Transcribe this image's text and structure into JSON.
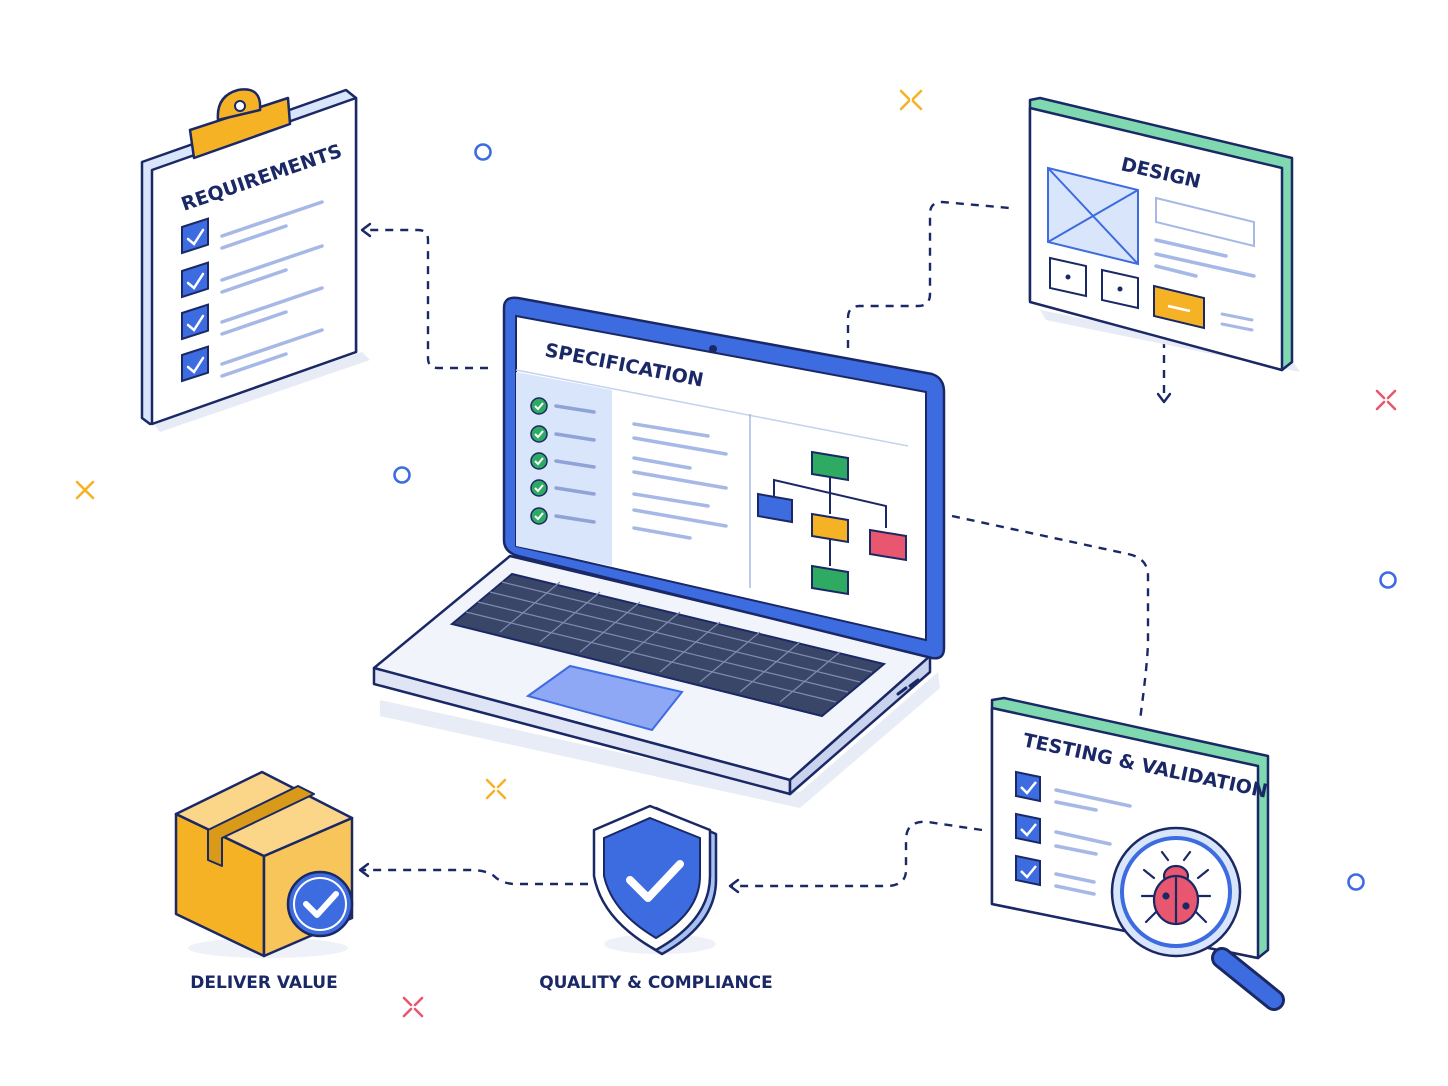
{
  "labels": {
    "requirements": "REQUIREMENTS",
    "specification": "SPECIFICATION",
    "design": "DESIGN",
    "testing": "TESTING & VALIDATION",
    "deliver": "DELIVER VALUE",
    "quality": "QUALITY & COMPLIANCE"
  },
  "colors": {
    "navy": "#1a2866",
    "blue": "#3d6be0",
    "light_blue": "#d9e5fb",
    "green": "#2eaa62",
    "yellow": "#f5b225",
    "red": "#e8566f",
    "teal_edge": "#7fd8b0"
  }
}
